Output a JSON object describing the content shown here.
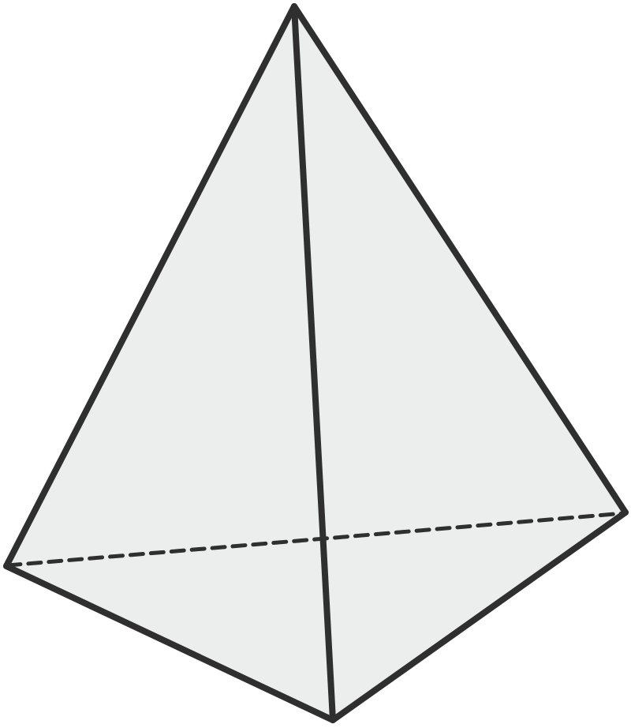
{
  "figure": {
    "kind": "tetrahedron",
    "colors": {
      "fill": "#eceeee",
      "stroke": "#2f2f2f",
      "background": "#ffffff"
    },
    "faces": [
      "left-face",
      "right-face"
    ],
    "edges": {
      "visible": [
        "apex-to-left",
        "apex-to-right",
        "apex-to-front",
        "left-to-front",
        "front-to-right"
      ],
      "hidden": [
        "left-to-right"
      ]
    }
  }
}
